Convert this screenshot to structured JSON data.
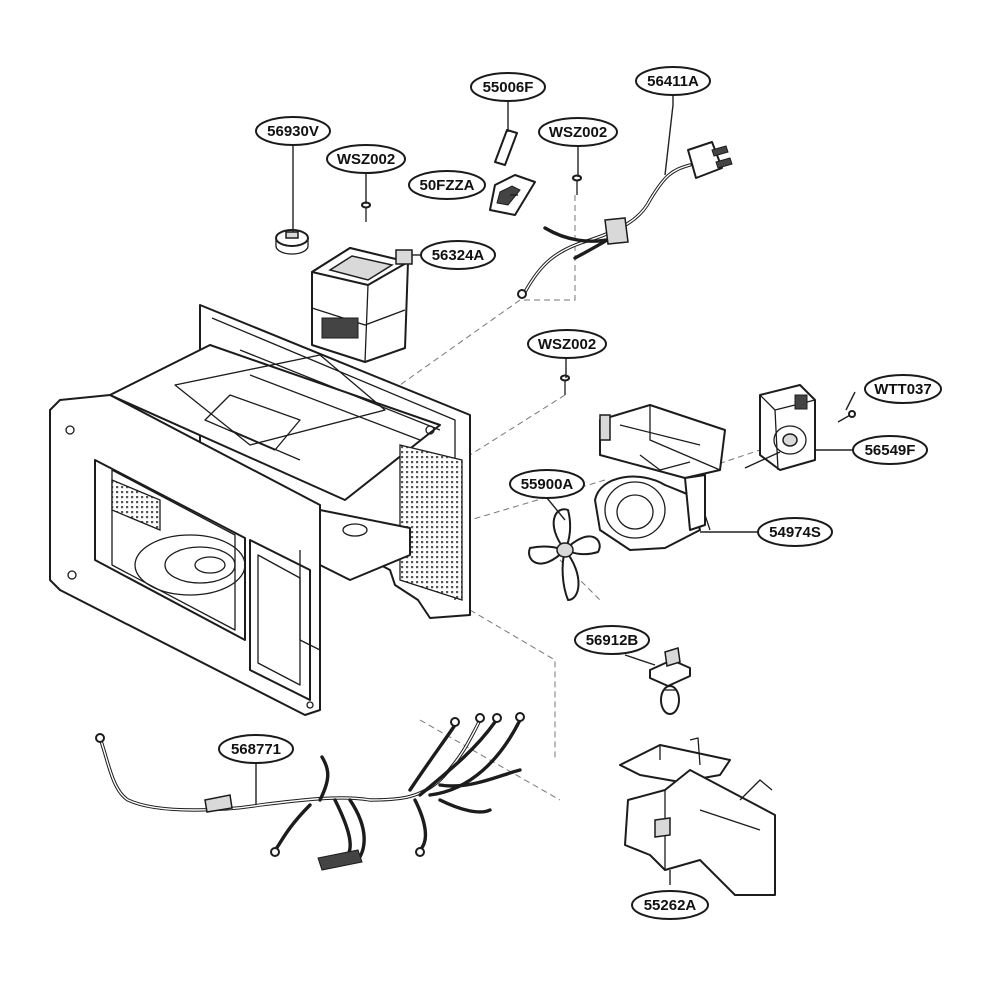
{
  "labels": {
    "l55006F": "55006F",
    "l56411A": "56411A",
    "l56930V": "56930V",
    "lWSZ002a": "WSZ002",
    "lWSZ002b": "WSZ002",
    "lWSZ002c": "WSZ002",
    "l50FZZA": "50FZZA",
    "l56324A": "56324A",
    "lWTT037": "WTT037",
    "l56549F": "56549F",
    "l55900A": "55900A",
    "l54974S": "54974S",
    "l56912B": "56912B",
    "l568771": "568771",
    "l55262A": "55262A"
  }
}
